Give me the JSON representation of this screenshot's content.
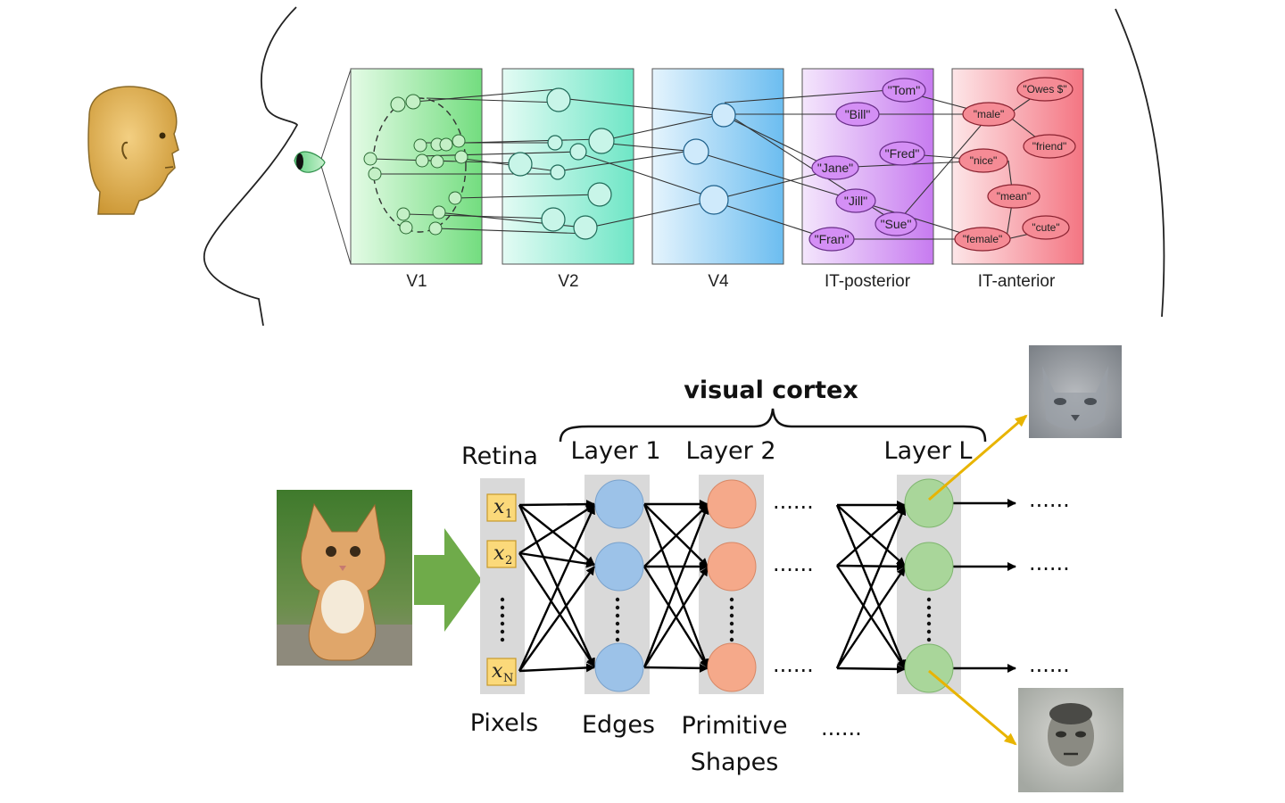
{
  "top_diagram": {
    "areas": [
      {
        "label": "V1"
      },
      {
        "label": "V2"
      },
      {
        "label": "V4"
      },
      {
        "label": "IT-posterior"
      },
      {
        "label": "IT-anterior"
      }
    ],
    "it_posterior_names": [
      "\"Tom\"",
      "\"Bill\"",
      "\"Fred\"",
      "\"Jane\"",
      "\"Jill\"",
      "\"Sue\"",
      "\"Fran\""
    ],
    "it_anterior_concepts": [
      "\"Owes $\"",
      "\"male\"",
      "\"friend\"",
      "\"nice\"",
      "\"mean\"",
      "\"cute\"",
      "\"female\""
    ]
  },
  "bottom_diagram": {
    "title": "visual cortex",
    "retina_label": "Retina",
    "layer_labels": [
      "Layer 1",
      "Layer 2",
      "Layer L"
    ],
    "input_vars": [
      "x",
      "x",
      "x"
    ],
    "input_subscripts": [
      "1",
      "2",
      "N"
    ],
    "dots": "......",
    "captions": {
      "pixels": "Pixels",
      "edges": "Edges",
      "primitive_1": "Primitive",
      "primitive_2": "Shapes",
      "more": "......"
    }
  },
  "colors": {
    "v1": "#8ee79a",
    "v2": "#8ef0d8",
    "v4": "#8fd0f5",
    "it_posterior": "#cf8ff2",
    "it_anterior": "#f58b95",
    "layer1_node": "#9cc2e8",
    "layer2_node": "#f5a98a",
    "layerL_node": "#a9d69a",
    "arrow_green": "#6fab4a",
    "arrow_gold": "#e8b400",
    "head_skin": "#e0b25c"
  },
  "icons": [
    "head-icon",
    "eye-icon",
    "kitten-photo-icon",
    "cat-feature-image-icon",
    "face-feature-image-icon"
  ]
}
